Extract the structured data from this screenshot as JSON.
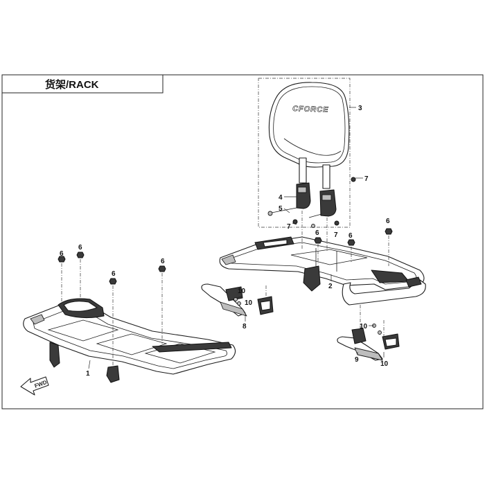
{
  "header": {
    "title": "货架/RACK"
  },
  "brand_mark": "CFORCE",
  "fwd_arrow_label": "FWD",
  "callouts": [
    "1",
    "2",
    "3",
    "4",
    "5",
    "6",
    "7",
    "8",
    "9",
    "10"
  ]
}
